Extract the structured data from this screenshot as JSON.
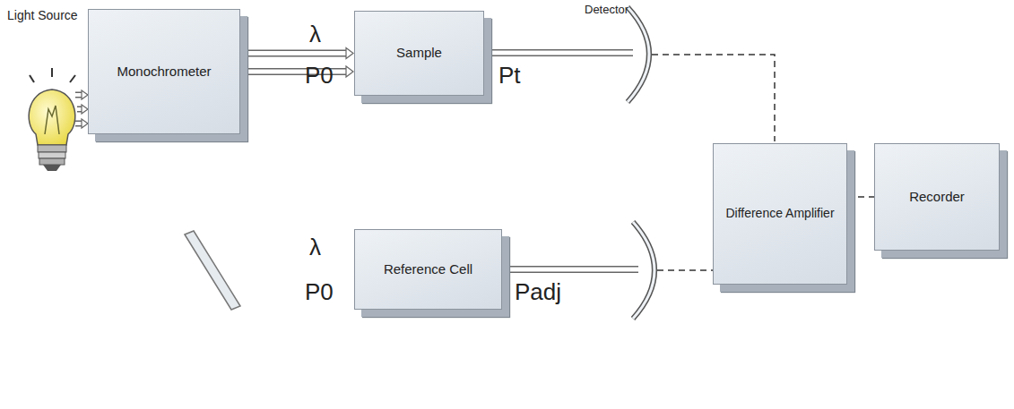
{
  "diagram": {
    "nodes": [
      {
        "text": [
          "Monochrometer"
        ]
      },
      {
        "text": [
          "Sample"
        ]
      },
      {
        "text": [
          "Reference Cell"
        ]
      },
      {
        "text": [
          "Difference Amplifier"
        ]
      },
      {
        "text": [
          "Recorder"
        ]
      }
    ],
    "edges": [
      {
        "from": 0,
        "to": 1,
        "arrow": "to"
      },
      {
        "from": 0,
        "to": 2,
        "arrow": "to"
      },
      {
        "from": 3,
        "to": 4,
        "arrow": "none"
      }
    ],
    "labels": [
      "Light Source",
      "Detector",
      "λ",
      "P0",
      "Pt",
      "λ",
      "P0",
      "Padj"
    ]
  }
}
